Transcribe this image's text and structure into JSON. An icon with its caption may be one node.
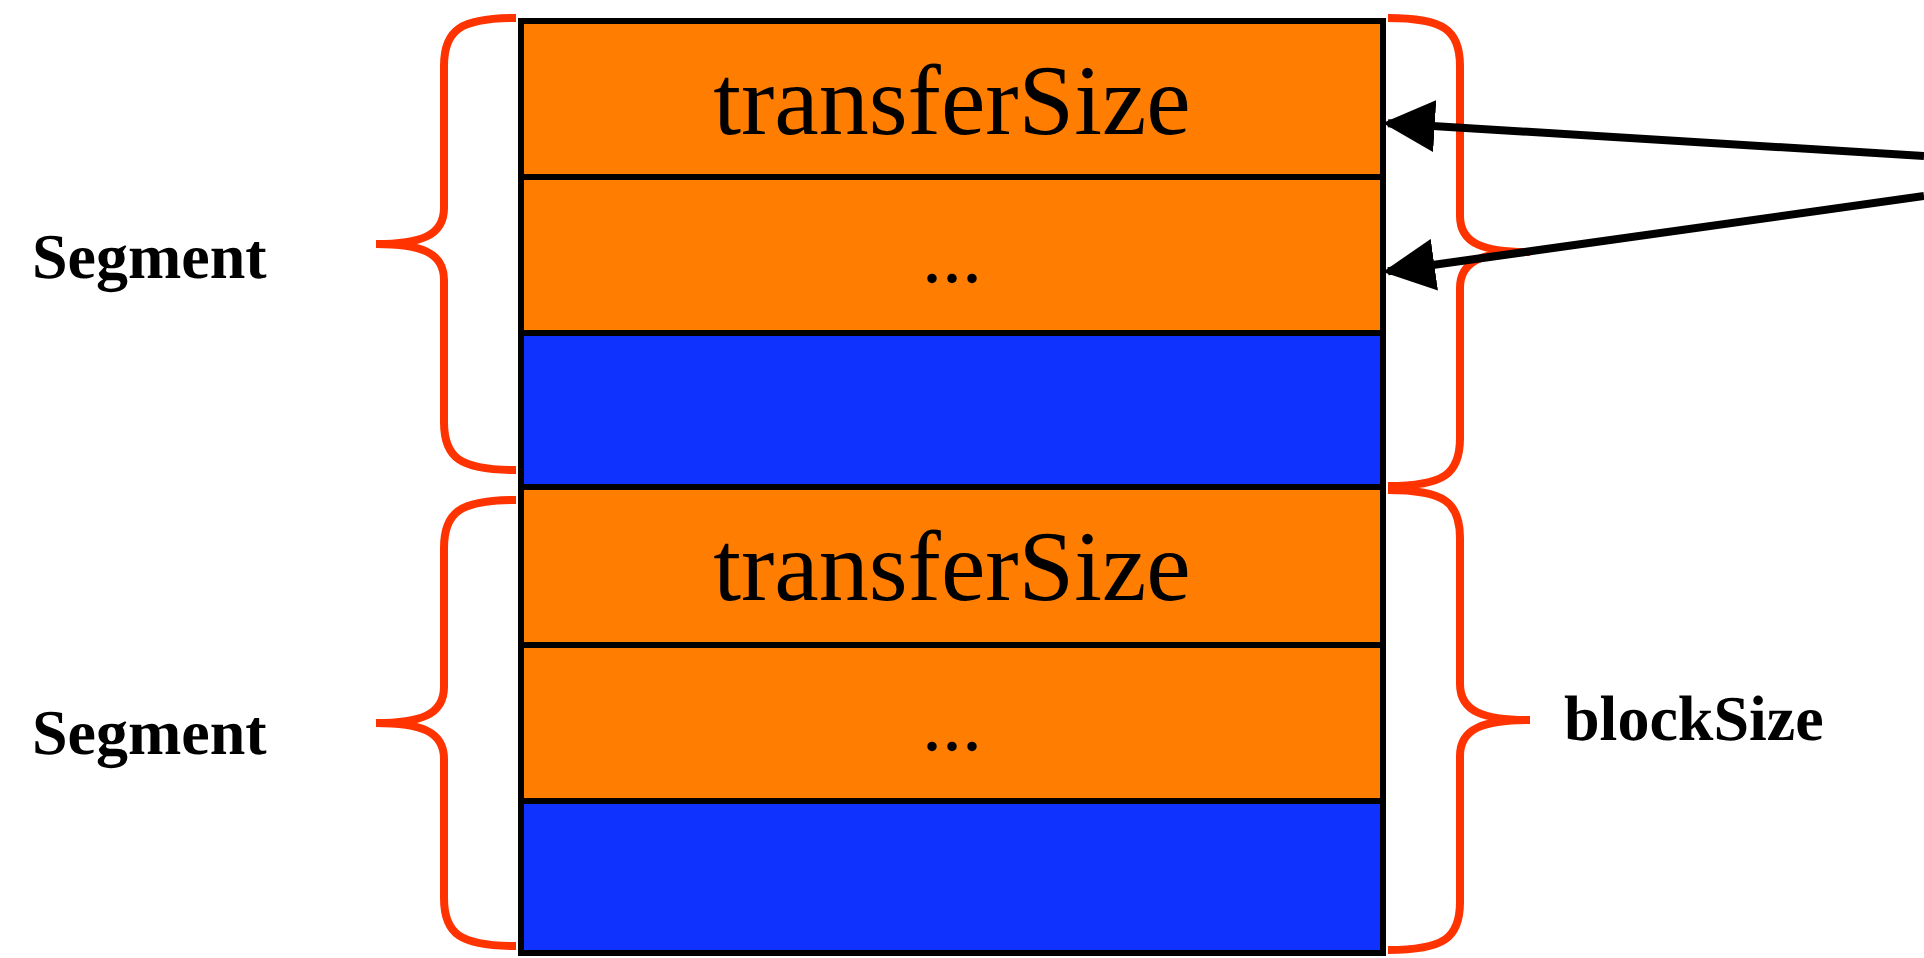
{
  "diagram": {
    "nodes": [
      {
        "text": [
          "transferSize"
        ]
      },
      {
        "text": [
          "..."
        ]
      },
      {
        "text": [],
        "shape": "box"
      },
      {
        "text": [
          "transferSize"
        ]
      },
      {
        "text": [
          "..."
        ]
      },
      {
        "text": [],
        "shape": "box"
      }
    ],
    "edges": [
      {
        "from": null,
        "to": 0,
        "arrow": "to"
      },
      {
        "from": null,
        "to": 1,
        "arrow": "to"
      }
    ],
    "labels": [
      "Segment",
      "Segment",
      "blockSize"
    ]
  }
}
